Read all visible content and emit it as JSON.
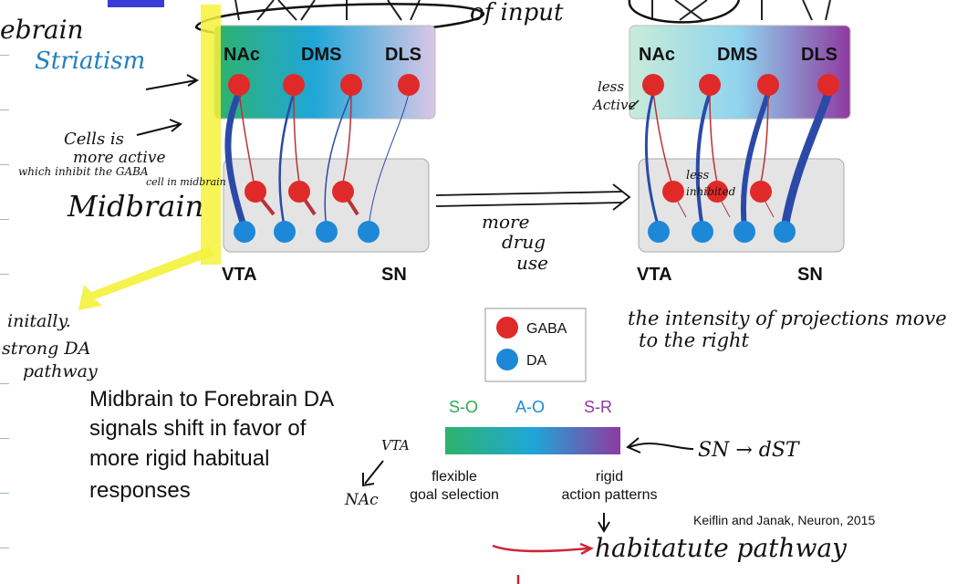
{
  "diagram": {
    "left_panel": {
      "top_labels": [
        "NAc",
        "DMS",
        "DLS"
      ],
      "bottom_labels": [
        "VTA",
        "SN"
      ]
    },
    "right_panel": {
      "top_labels": [
        "NAc",
        "DMS",
        "DLS"
      ],
      "bottom_labels": [
        "VTA",
        "SN"
      ]
    },
    "legend": {
      "items": [
        {
          "label": "GABA",
          "color": "#e02a2a"
        },
        {
          "label": "DA",
          "color": "#1e88d8"
        }
      ]
    },
    "gradient": {
      "top_labels": [
        {
          "text": "S-O",
          "color": "#2eaa4e"
        },
        {
          "text": "A-O",
          "color": "#1e88d8"
        },
        {
          "text": "S-R",
          "color": "#8e3aa0"
        }
      ],
      "left_caption_lines": [
        "flexible",
        "goal selection"
      ],
      "right_caption_lines": [
        "rigid",
        "action patterns"
      ],
      "colors": [
        "#2eb36a",
        "#1fa6d8",
        "#8e3aa0"
      ]
    },
    "citation": "Keiflin and Janak, Neuron, 2015",
    "summary_lines": [
      "Midbrain to Forebrain DA",
      "signals shift in favor of",
      "more rigid habitual",
      "responses"
    ]
  },
  "notes": {
    "of_input": "of input",
    "forebrain": "ebrain",
    "striatism": "Striatism",
    "cells_active_lines": [
      "Cells is",
      "more active",
      "which inhibit the GABA",
      "cell in midbrain"
    ],
    "midbrain": "Midbrain",
    "initially_lines": [
      "initally.",
      "strong DA",
      "pathway"
    ],
    "more_drug_use_lines": [
      "more",
      "drug",
      "use"
    ],
    "less_active_lines": [
      "less",
      "Active"
    ],
    "less_inhibited_lines": [
      "less",
      "inhibited"
    ],
    "intensity_lines": [
      "the intensity of projections move",
      "to the right"
    ],
    "vta_nac": [
      "VTA",
      "NAc"
    ],
    "sn_dst": "SN → dST",
    "habit_pathway": "habitatute pathway"
  }
}
